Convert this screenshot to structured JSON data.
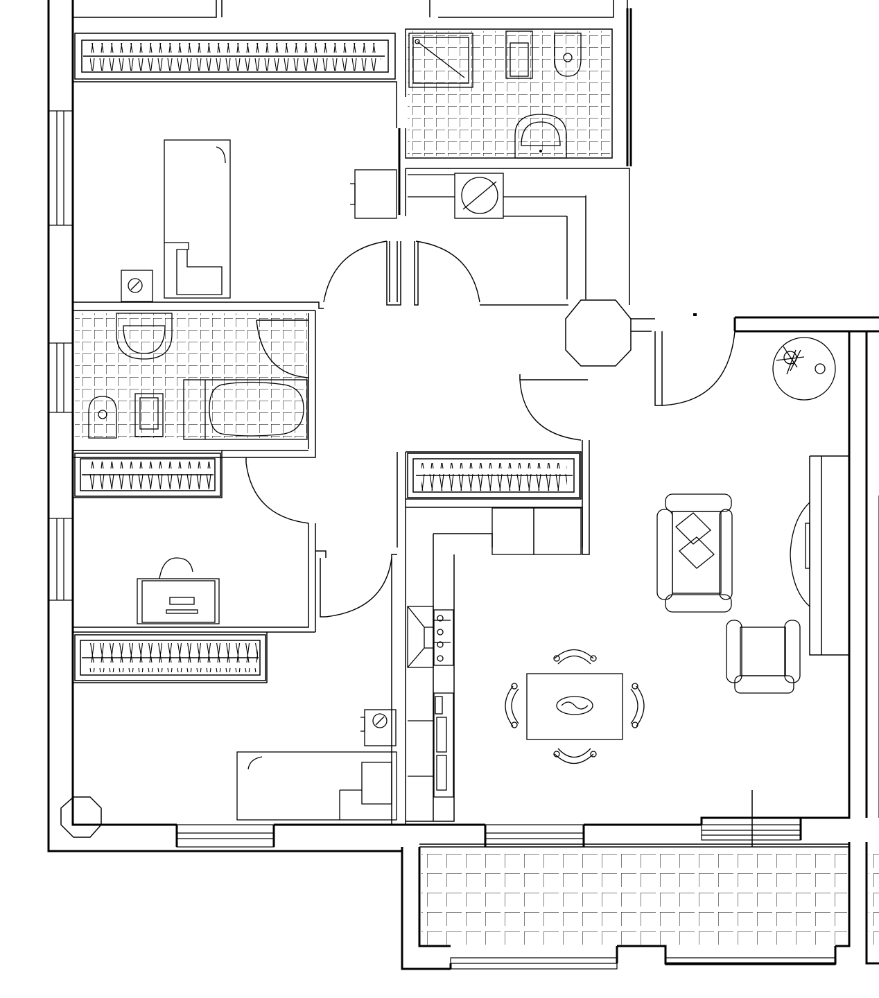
{
  "drawing": {
    "title": "",
    "colors": {
      "line": "#000000",
      "paper": "#ffffff"
    },
    "rooms": [
      {
        "id": "bedroom-1",
        "kind": "bedroom"
      },
      {
        "id": "bathroom-1",
        "kind": "bathroom"
      },
      {
        "id": "bathroom-2",
        "kind": "bathroom"
      },
      {
        "id": "laundry",
        "kind": "utility"
      },
      {
        "id": "hall",
        "kind": "corridor"
      },
      {
        "id": "study",
        "kind": "bedroom"
      },
      {
        "id": "bedroom-2",
        "kind": "bedroom"
      },
      {
        "id": "kitchen",
        "kind": "kitchen"
      },
      {
        "id": "living-dining",
        "kind": "living"
      },
      {
        "id": "terrace",
        "kind": "terrace"
      }
    ],
    "fixtures": [
      "bed",
      "bed",
      "desk",
      "washbasin",
      "washbasin",
      "toilet",
      "toilet",
      "bidet",
      "bidet",
      "bathtub",
      "shower",
      "stove",
      "sink",
      "washing-machine",
      "sofa",
      "armchair",
      "dining-table",
      "plant",
      "column",
      "column",
      "column"
    ]
  }
}
